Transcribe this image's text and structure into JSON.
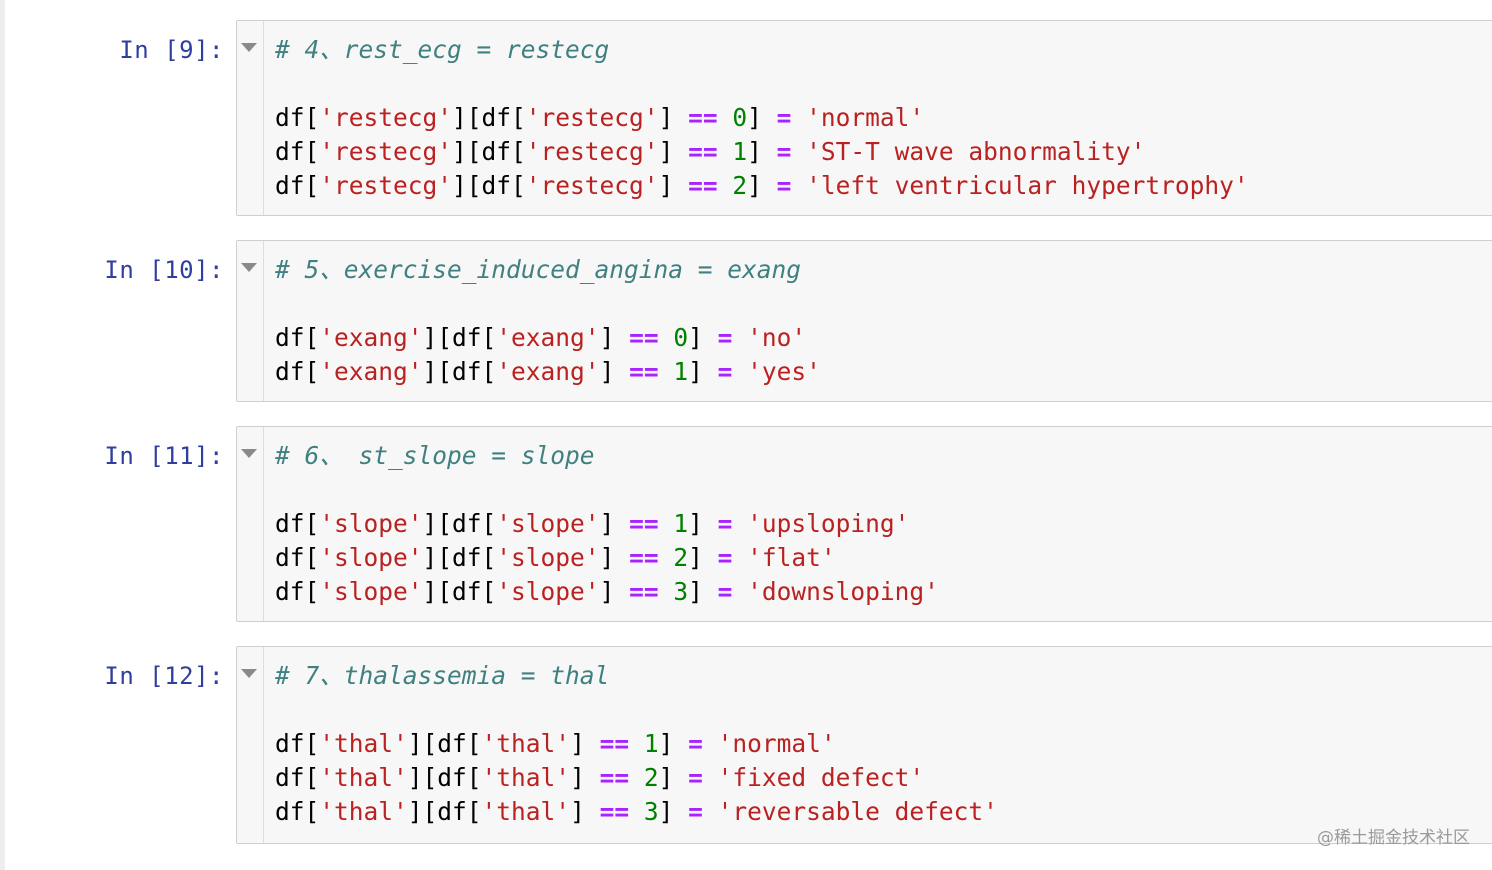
{
  "cells": [
    {
      "prompt": "In [9]:",
      "lines": [
        {
          "comment": "# 4、rest_ecg = restecg"
        },
        {
          "blank": true
        },
        {
          "col": "restecg",
          "num": "0",
          "val": "'normal'"
        },
        {
          "col": "restecg",
          "num": "1",
          "val": "'ST-T wave abnormality'"
        },
        {
          "col": "restecg",
          "num": "2",
          "val": "'left ventricular hypertrophy'"
        }
      ]
    },
    {
      "prompt": "In [10]:",
      "lines": [
        {
          "comment": "# 5、exercise_induced_angina = exang"
        },
        {
          "blank": true
        },
        {
          "col": "exang",
          "num": "0",
          "val": "'no'"
        },
        {
          "col": "exang",
          "num": "1",
          "val": "'yes'"
        }
      ]
    },
    {
      "prompt": "In [11]:",
      "lines": [
        {
          "comment": "# 6、 st_slope = slope"
        },
        {
          "blank": true
        },
        {
          "col": "slope",
          "num": "1",
          "val": "'upsloping'"
        },
        {
          "col": "slope",
          "num": "2",
          "val": "'flat'"
        },
        {
          "col": "slope",
          "num": "3",
          "val": "'downsloping'"
        }
      ]
    },
    {
      "prompt": "In [12]:",
      "lines": [
        {
          "comment": "# 7、thalassemia = thal"
        },
        {
          "blank": true
        },
        {
          "col": "thal",
          "num": "1",
          "val": "'normal'"
        },
        {
          "col": "thal",
          "num": "2",
          "val": "'fixed defect'"
        },
        {
          "col": "thal",
          "num": "3",
          "val": "'reversable defect'"
        }
      ]
    }
  ],
  "watermark": "@稀土掘金技术社区",
  "colors": {
    "prompt": "#303f9f",
    "comment": "#408080",
    "string": "#ba2121",
    "operator": "#aa22ff",
    "number": "#008000"
  },
  "icons": {
    "fold": "collapse-triangle-icon"
  }
}
